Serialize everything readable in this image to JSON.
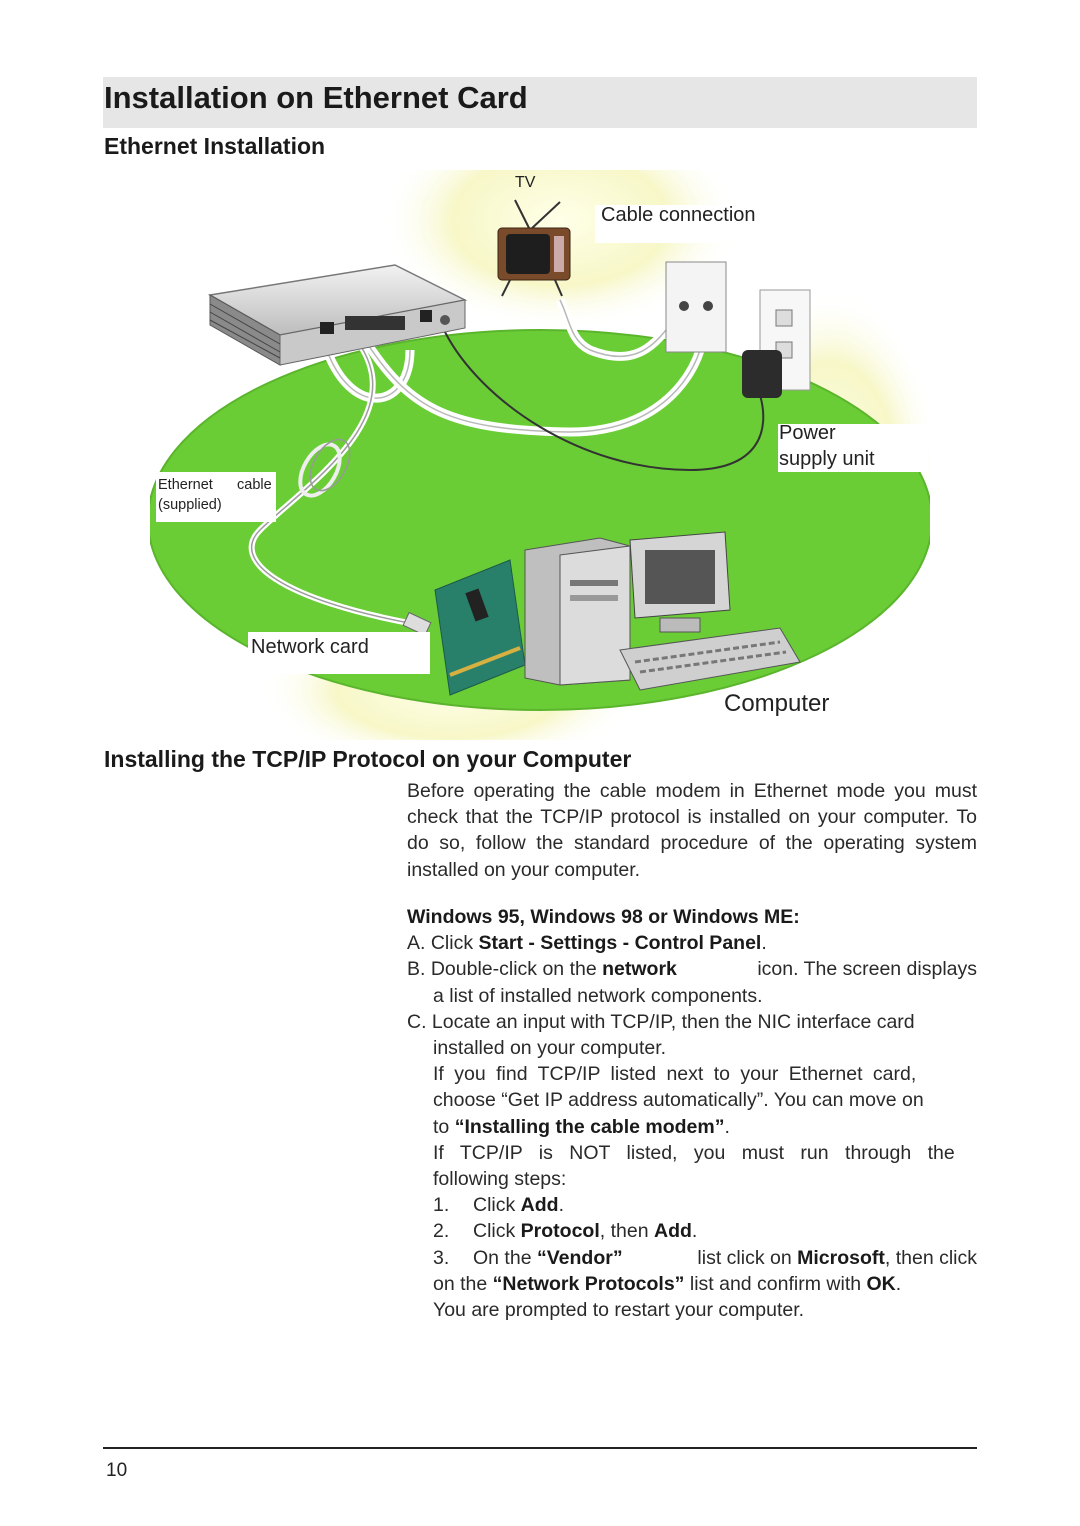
{
  "page": {
    "title": "Installation on Ethernet Card",
    "section1": "Ethernet Installation",
    "section2": "Installing the TCP/IP Protocol on your Computer",
    "page_number": "10"
  },
  "diagram": {
    "tv_label": "TV",
    "cable_connection": "Cable connection",
    "power_line1": "Power",
    "power_line2": "supply unit",
    "ethernet_line1a": "Ethernet",
    "ethernet_line1b": "cable",
    "ethernet_line2": "(supplied)",
    "network_card": "Network card",
    "computer": "Computer",
    "colors": {
      "ellipse": "#66cc33",
      "glow": "#fafad2",
      "device": "#d9d9d9"
    }
  },
  "intro": "Before operating the cable modem in Ethernet mode you must check that the TCP/IP protocol is installed on your computer. To do so, follow the standard procedure of the operating system installed on your computer.",
  "windows_heading": "Windows 95, Windows 98 or Windows ME:",
  "stepA": {
    "prefix": "A. Click ",
    "start": "Start",
    "sep1": " - ",
    "settings": "Settings",
    "sep2": " - ",
    "control": "Control Panel",
    "end": "."
  },
  "stepB": {
    "prefix": "B. Double-click on the ",
    "network": "network",
    "rest": " icon. The screen displays",
    "line2": "a list of installed network components."
  },
  "stepC": {
    "line1": "C. Locate an input with TCP/IP, then the NIC interface card",
    "line2": "installed on your computer."
  },
  "found": {
    "line1": "If you find TCP/IP listed next to your Ethernet card,",
    "line2": "choose “Get IP address automatically”. You can move on",
    "to": "to ",
    "link": "“Installing the cable modem”",
    "end": "."
  },
  "notfound": {
    "line1": "If TCP/IP is NOT listed, you must run through the",
    "line2": "following steps:"
  },
  "step1": {
    "num": "1.",
    "click": "Click ",
    "add": "Add",
    "end": "."
  },
  "step2": {
    "num": "2.",
    "click": "Click ",
    "protocol": "Protocol",
    "then": ", then ",
    "add": "Add",
    "end": "."
  },
  "step3": {
    "num": "3.",
    "on": "On the ",
    "vendor": "“Vendor”",
    "mid": " list click on ",
    "microsoft": "Microsoft",
    "after": ", then click",
    "line2a": "on the ",
    "netproto": "“Network Protocols”",
    "line2b": " list and confirm with ",
    "ok": "OK",
    "end": "."
  },
  "restart": "You are prompted to restart your computer."
}
